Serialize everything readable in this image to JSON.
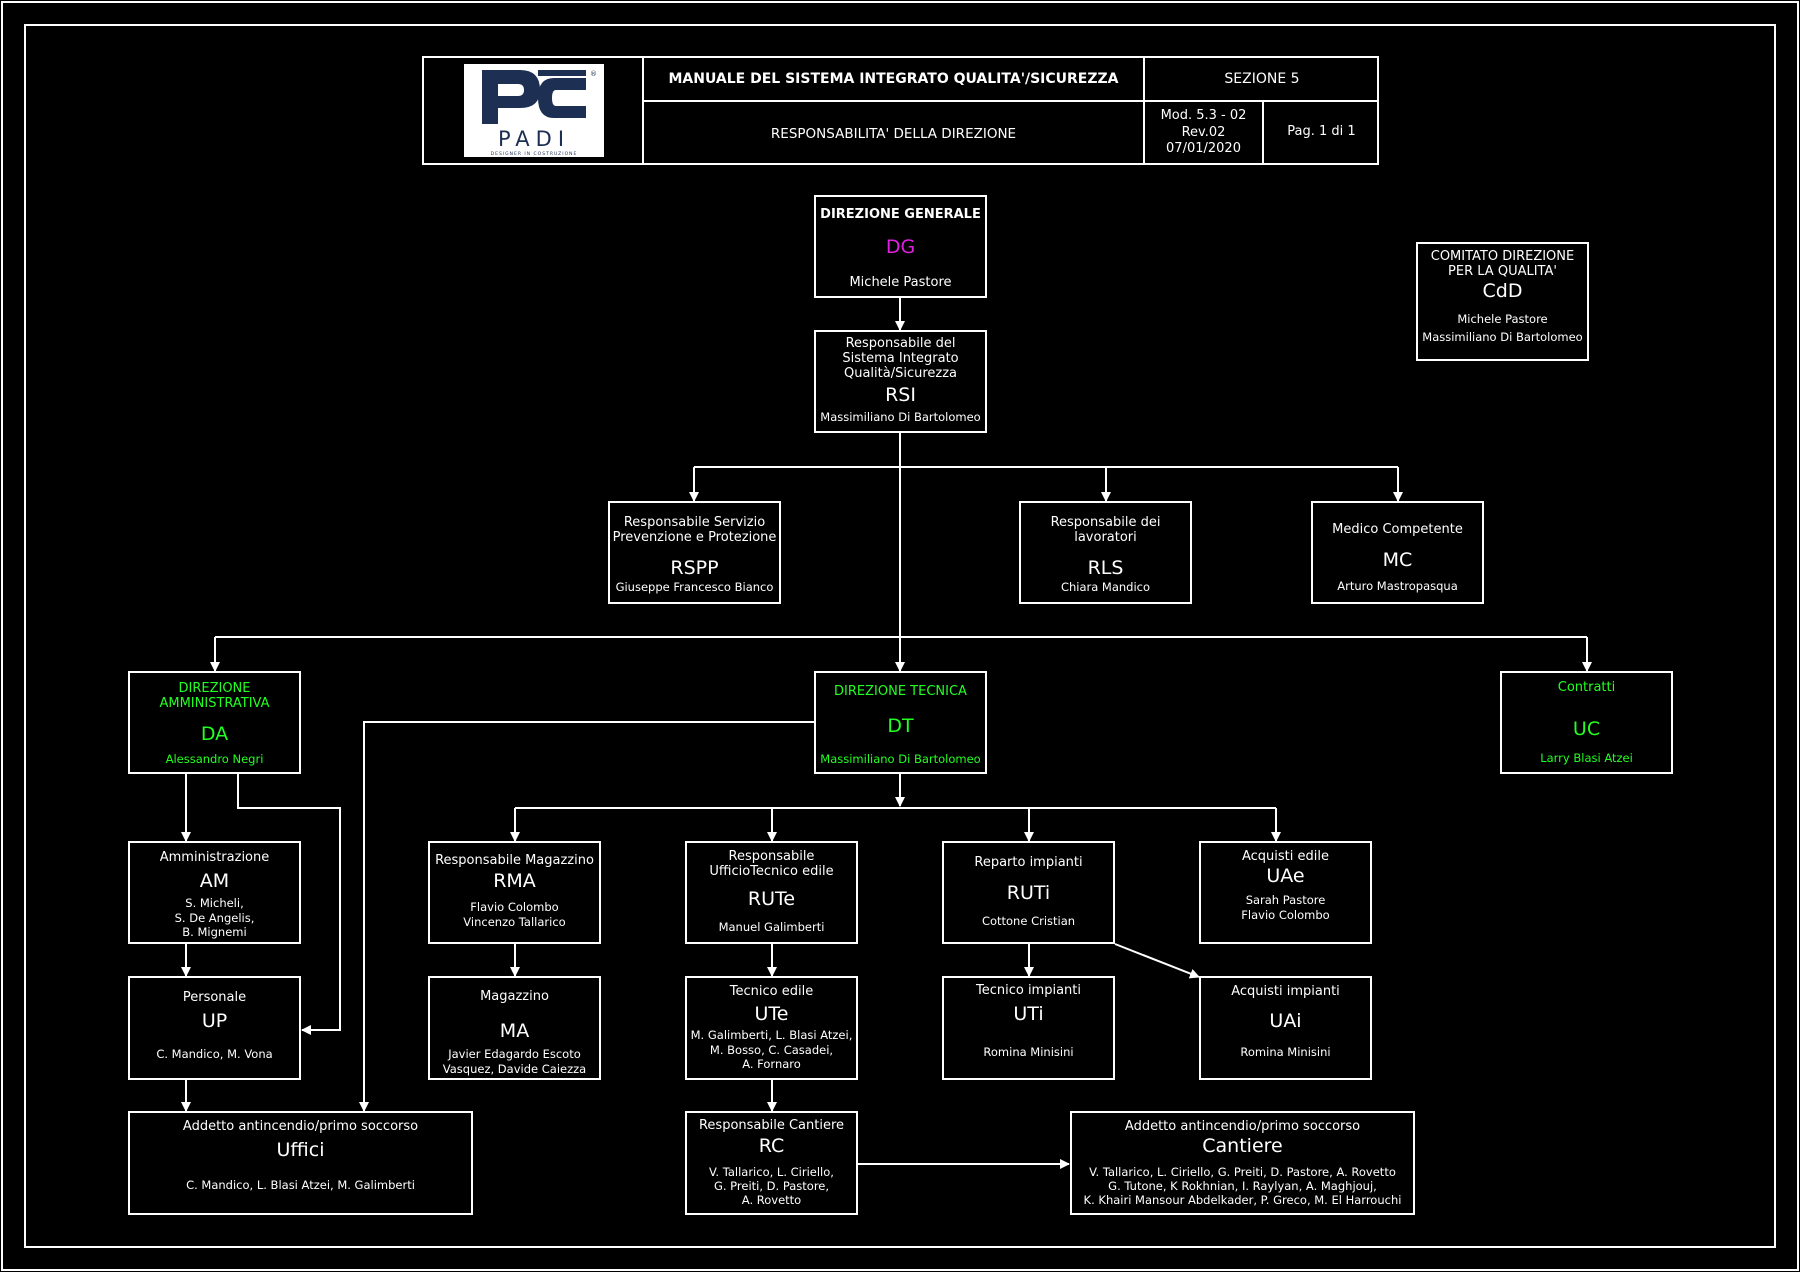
{
  "header": {
    "title": "MANUALE DEL SISTEMA INTEGRATO QUALITA'/SICUREZZA",
    "section": "SEZIONE 5",
    "subtitle": "RESPONSABILITA' DELLA DIREZIONE",
    "mod_line1": "Mod. 5.3 - 02",
    "mod_line2": "Rev.02",
    "mod_line3": "07/01/2020",
    "page": "Pag. 1 di 1",
    "logo": {
      "brand": "PADI",
      "tagline": "DESIGNER IN COSTRUZIONE",
      "colors": {
        "navy": "#1d2f52"
      }
    }
  },
  "colors": {
    "green": "#22ff22",
    "magenta": "#e020e0",
    "white": "#ffffff",
    "background": "#000000"
  },
  "nodes": {
    "dg": {
      "title": "DIREZIONE GENERALE",
      "abbr": "DG",
      "names": "Michele Pastore"
    },
    "cdd": {
      "title1": "COMITATO DIREZIONE",
      "title2": "PER LA QUALITA'",
      "abbr": "CdD",
      "name1": "Michele Pastore",
      "name2": "Massimiliano Di Bartolomeo"
    },
    "rsi": {
      "title1": "Responsabile del",
      "title2": "Sistema Integrato",
      "title3": "Qualità/Sicurezza",
      "abbr": "RSI",
      "names": "Massimiliano Di Bartolomeo"
    },
    "rspp": {
      "title1": "Responsabile Servizio",
      "title2": "Prevenzione e Protezione",
      "abbr": "RSPP",
      "names": "Giuseppe Francesco Bianco"
    },
    "rls": {
      "title1": "Responsabile dei",
      "title2": "lavoratori",
      "abbr": "RLS",
      "names": "Chiara Mandico"
    },
    "mc": {
      "title": "Medico Competente",
      "abbr": "MC",
      "names": "Arturo Mastropasqua"
    },
    "da": {
      "title1": "DIREZIONE",
      "title2": "AMMINISTRATIVA",
      "abbr": "DA",
      "names": "Alessandro Negri"
    },
    "dt": {
      "title": "DIREZIONE TECNICA",
      "abbr": "DT",
      "names": "Massimiliano Di Bartolomeo"
    },
    "uc": {
      "title": "Contratti",
      "abbr": "UC",
      "names": "Larry Blasi Atzei"
    },
    "am": {
      "title": "Amministrazione",
      "abbr": "AM",
      "name1": "S. Micheli,",
      "name2": "S. De Angelis,",
      "name3": "B. Mignemi"
    },
    "rma": {
      "title": "Responsabile Magazzino",
      "abbr": "RMA",
      "name1": "Flavio Colombo",
      "name2": "Vincenzo Tallarico"
    },
    "rute": {
      "title1": "Responsabile",
      "title2": "UfficioTecnico edile",
      "abbr": "RUTe",
      "names": "Manuel Galimberti"
    },
    "ruti": {
      "title": "Reparto impianti",
      "abbr": "RUTi",
      "names": "Cottone Cristian"
    },
    "uae": {
      "title": "Acquisti edile",
      "abbr": "UAe",
      "name1": "Sarah Pastore",
      "name2": "Flavio Colombo"
    },
    "up": {
      "title": "Personale",
      "abbr": "UP",
      "names": "C. Mandico, M. Vona"
    },
    "ma": {
      "title": "Magazzino",
      "abbr": "MA",
      "name1": "Javier Edagardo Escoto",
      "name2": "Vasquez, Davide Caiezza"
    },
    "ute": {
      "title": "Tecnico edile",
      "abbr": "UTe",
      "name1": "M. Galimberti, L. Blasi Atzei,",
      "name2": "M. Bosso, C. Casadei,",
      "name3": "A. Fornaro"
    },
    "uti": {
      "title": "Tecnico impianti",
      "abbr": "UTi",
      "names": "Romina Minisini"
    },
    "uai": {
      "title": "Acquisti impianti",
      "abbr": "UAi",
      "names": "Romina Minisini"
    },
    "uffici": {
      "title": "Addetto antincendio/primo soccorso",
      "abbr": "Uffici",
      "names": "C. Mandico, L. Blasi Atzei, M. Galimberti"
    },
    "rc": {
      "title": "Responsabile Cantiere",
      "abbr": "RC",
      "name1": "V. Tallarico, L. Ciriello,",
      "name2": "G. Preiti, D. Pastore,",
      "name3": "A. Rovetto"
    },
    "cantiere": {
      "title": "Addetto antincendio/primo soccorso",
      "abbr": "Cantiere",
      "name1": "V. Tallarico, L. Ciriello,  G. Preiti, D. Pastore, A. Rovetto",
      "name2": "G. Tutone,  K Rokhnian, I. Raylyan, A. Maghjouj,",
      "name3": "K. Khairi Mansour Abdelkader, P. Greco, M. El Harrouchi"
    }
  }
}
